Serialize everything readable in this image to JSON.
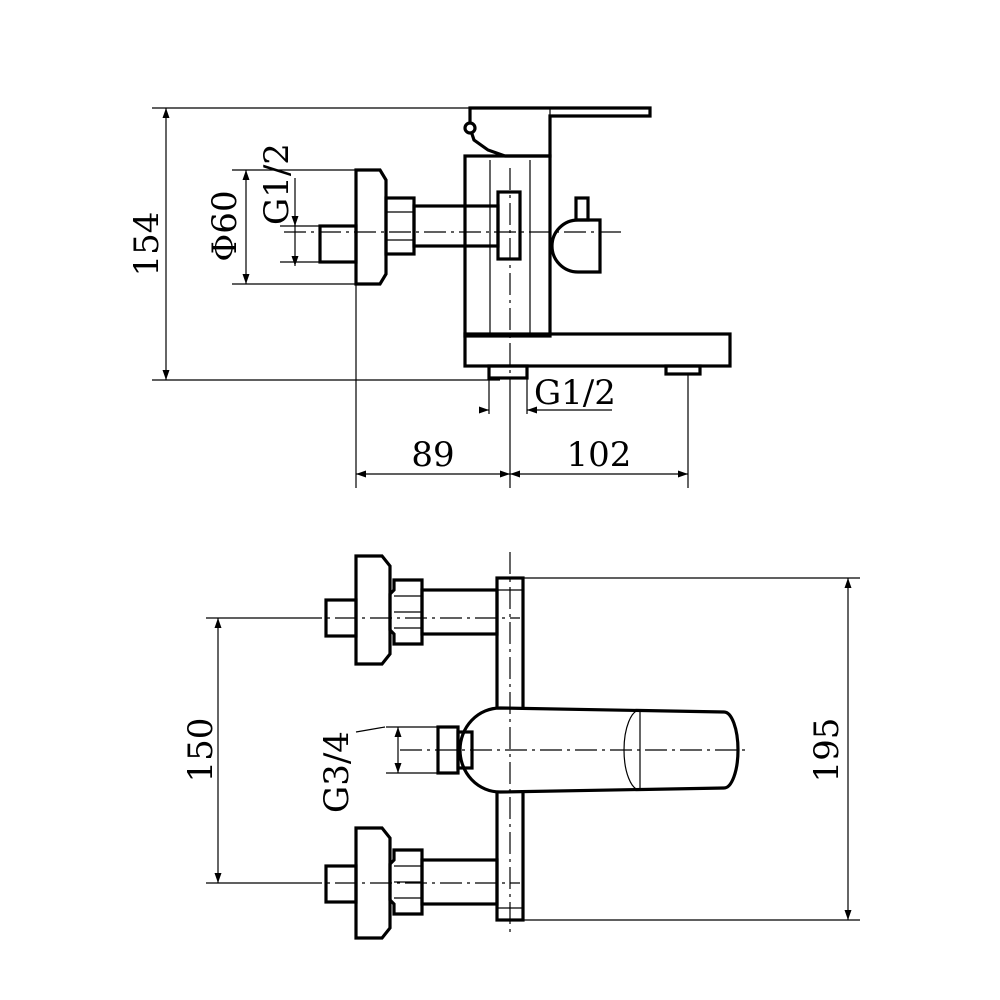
{
  "dimensions": {
    "side_height": "154",
    "side_diameter": "Φ60",
    "side_inlet_thread": "G1/2",
    "spout_outlet_thread": "G1/2",
    "left_length": "89",
    "right_length": "102",
    "top_inlet_spacing": "150",
    "top_outlet_thread": "G3/4",
    "top_width": "195"
  }
}
